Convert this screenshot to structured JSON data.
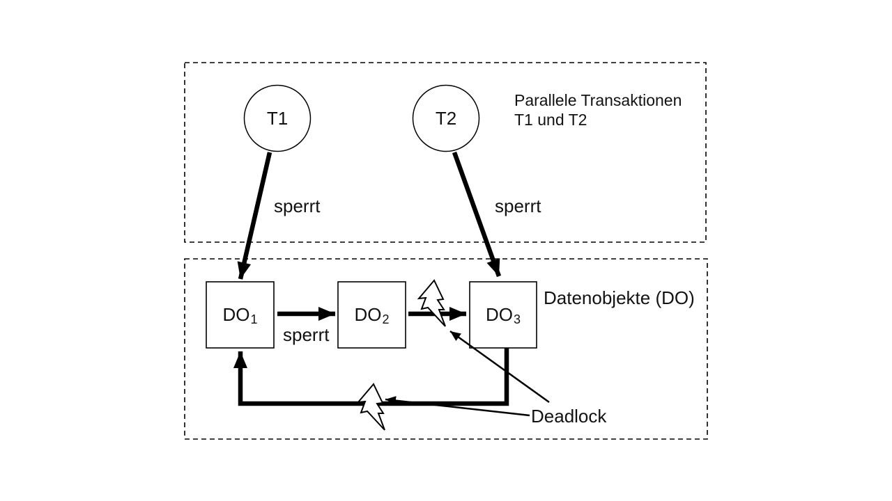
{
  "diagram": {
    "background_color": "#ffffff",
    "line_color": "#000000",
    "bolt_fill_color": "#ffffff",
    "regions": {
      "transactions": {
        "caption_line1": "Parallele Transaktionen",
        "caption_line2": "T1 und T2",
        "nodes": [
          {
            "label": "T1"
          },
          {
            "label": "T2"
          }
        ]
      },
      "data_objects": {
        "caption": "Datenobjekte (DO)",
        "nodes": [
          {
            "base": "DO",
            "sub": "1"
          },
          {
            "base": "DO",
            "sub": "2"
          },
          {
            "base": "DO",
            "sub": "3"
          }
        ]
      }
    },
    "edges": {
      "t1_to_do1_label": "sperrt",
      "t2_to_do3_label": "sperrt",
      "do1_to_do2_label": "sperrt"
    },
    "annotations": {
      "deadlock": "Deadlock"
    },
    "icons": {
      "conflict_marker": "lightning-bolt"
    }
  }
}
